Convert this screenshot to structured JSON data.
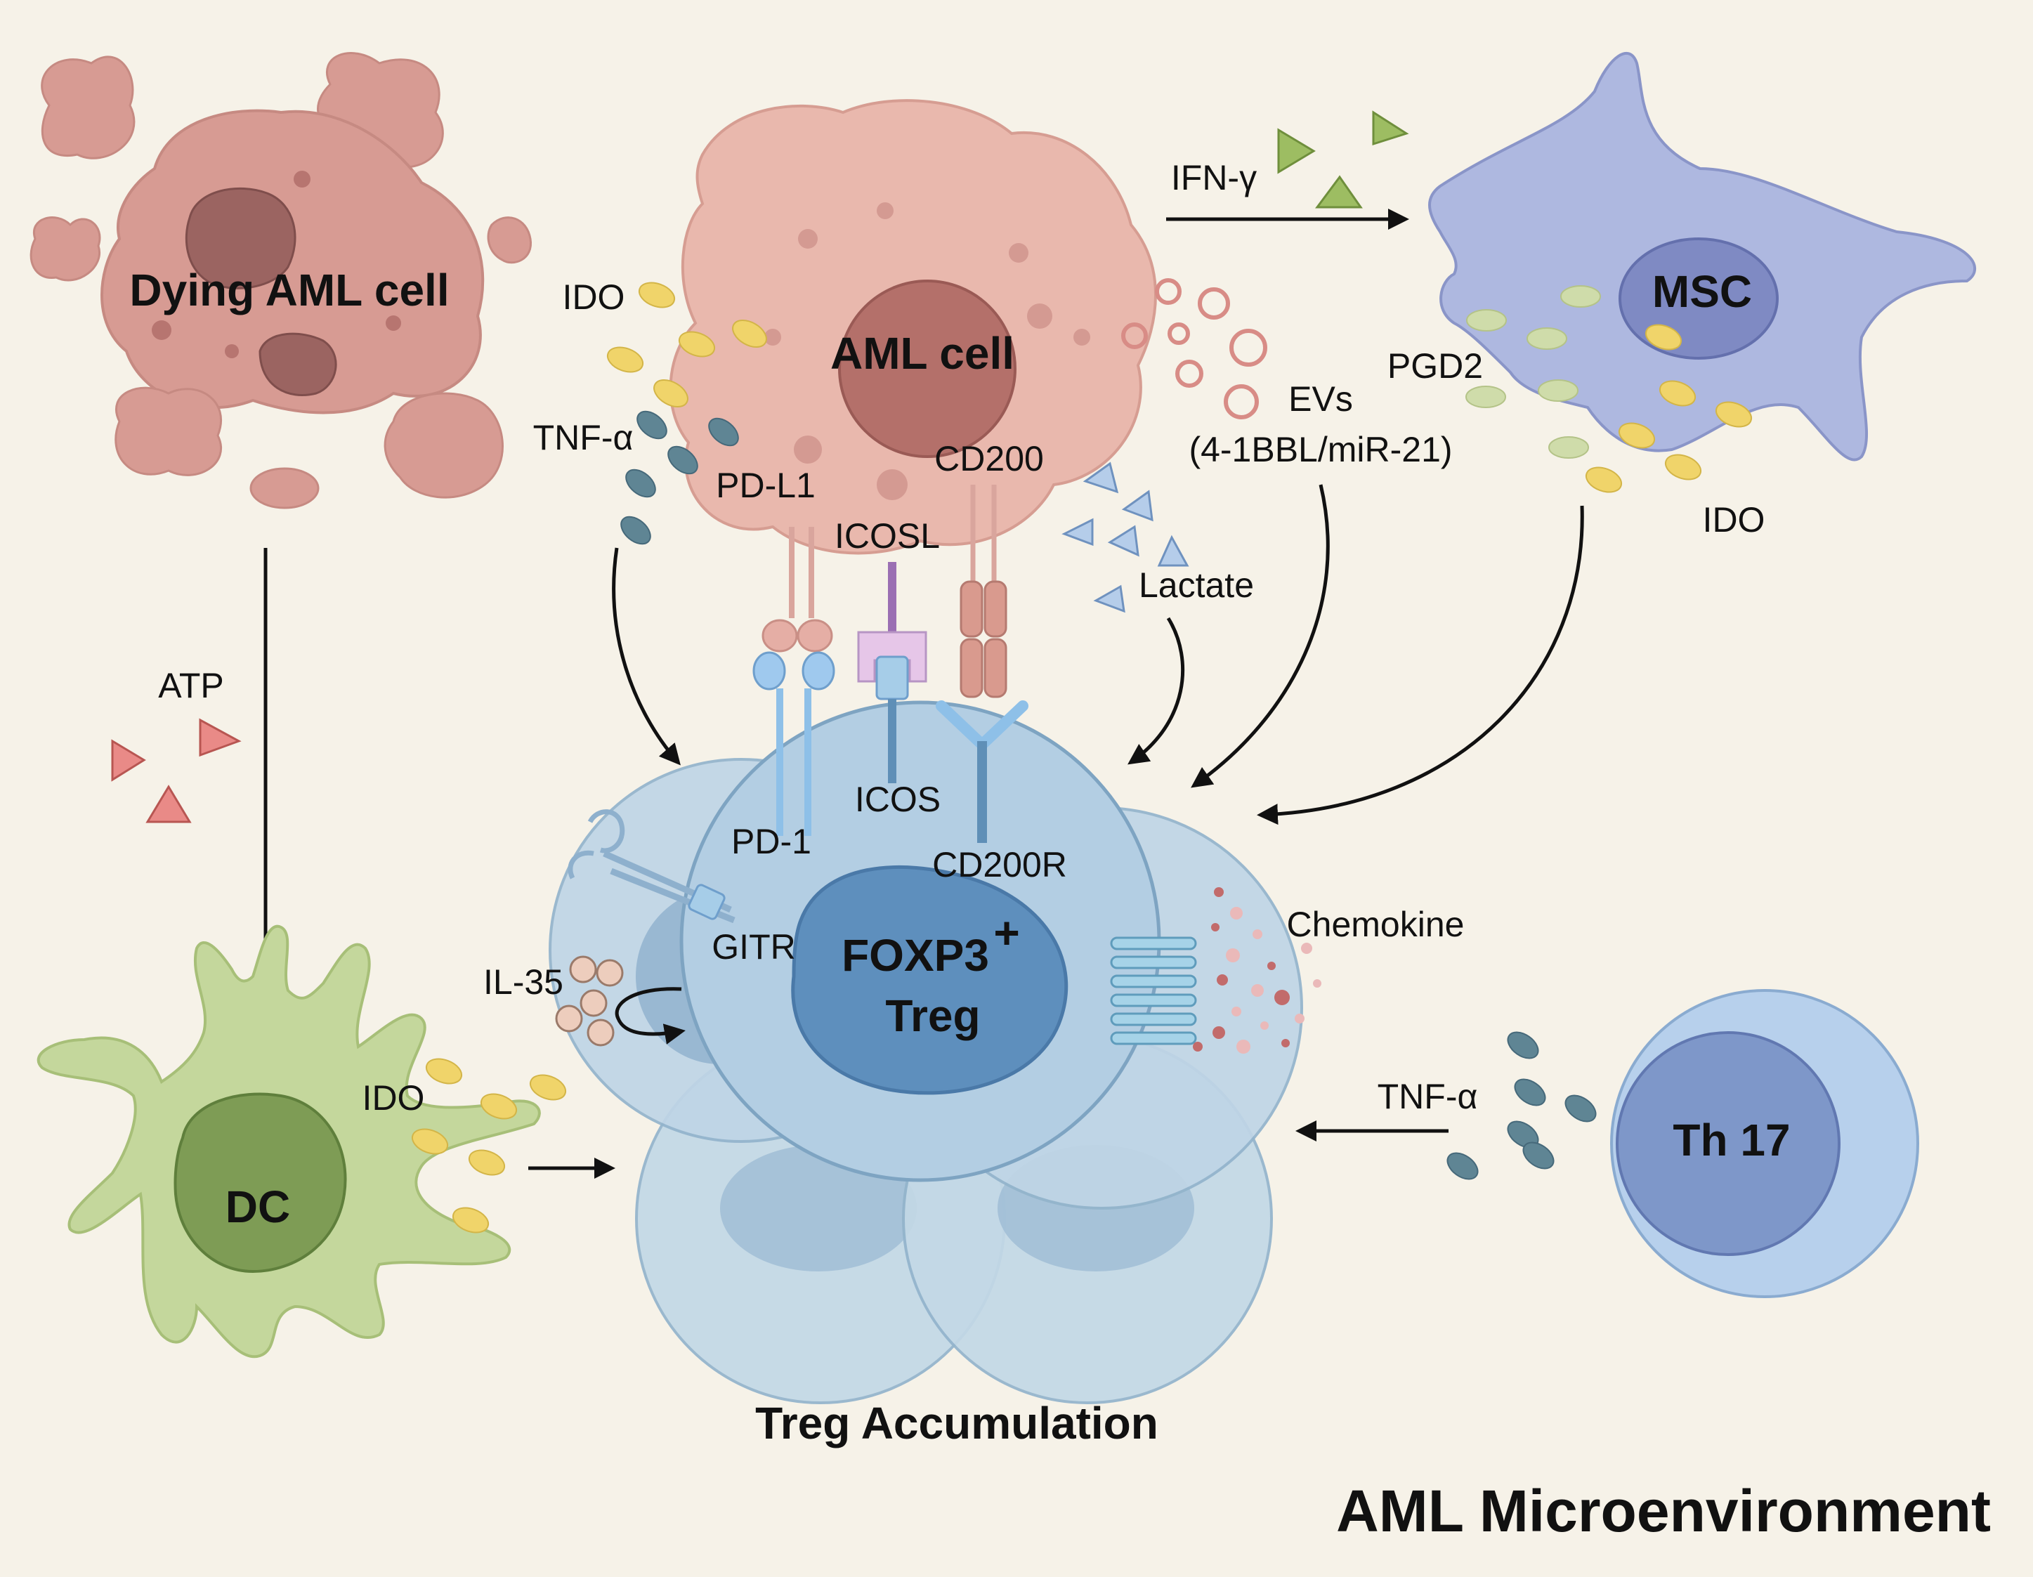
{
  "cells": {
    "dying_aml": "Dying AML cell",
    "aml": "AML cell",
    "msc": "MSC",
    "dc": "DC",
    "treg_line1": "FOXP3",
    "treg_sup": "+",
    "treg_line2": "Treg",
    "th17": "Th 17"
  },
  "molecules": {
    "ido_top": "IDO",
    "tnf_top": "TNF-α",
    "pdl1": "PD-L1",
    "icosl": "ICOSL",
    "cd200": "CD200",
    "ifn": "IFN-γ",
    "pgd2": "PGD2",
    "evs_line1": "EVs",
    "evs_line2": "(4-1BBL/miR-21)",
    "ido_msc": "IDO",
    "lactate": "Lactate",
    "atp": "ATP",
    "pd1": "PD-1",
    "icos": "ICOS",
    "cd200r": "CD200R",
    "gitr": "GITR",
    "il35": "IL-35",
    "chemokine": "Chemokine",
    "ido_dc": "IDO",
    "tnf_th17": "TNF-α"
  },
  "captions": {
    "treg_accumulation": "Treg Accumulation",
    "microenvironment": "AML Microenvironment"
  },
  "colors": {
    "background": "#f6f2e8",
    "aml_cell": "#e9b8ad",
    "dying_cell": "#d79b93",
    "msc": "#aeb8e0",
    "dc": "#c4d79c",
    "treg": "#b3cee3",
    "th17": "#b7d0ec",
    "ido": "#f0d46a",
    "tnf": "#5f8594",
    "pgd2": "#cfdcaa",
    "ifn": "#9dbd62",
    "atp": "#e98a87",
    "lactate": "#b5cdea"
  }
}
